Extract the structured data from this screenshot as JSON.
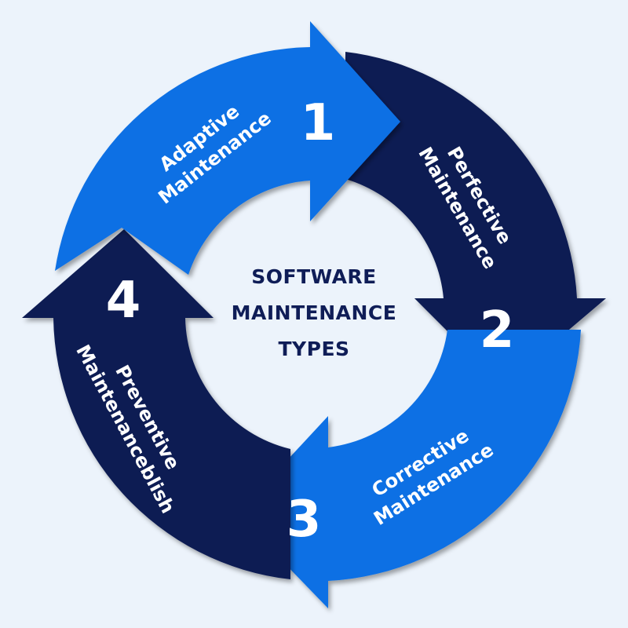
{
  "colors": {
    "background": "#ecf3fb",
    "light_blue": "#0a6fe4",
    "dark_navy": "#0b1b52",
    "text_white": "#ffffff",
    "center_text": "#0f1d57"
  },
  "center": {
    "line1": "SOFTWARE",
    "line2": "MAINTENANCE",
    "line3": "TYPES"
  },
  "segments": [
    {
      "number": "1",
      "line1": "Adaptive",
      "line2": "Maintenance",
      "color": "light_blue",
      "arrow_direction": "right"
    },
    {
      "number": "2",
      "line1": "Perfective",
      "line2": "Maintenance",
      "color": "dark_navy",
      "arrow_direction": "down"
    },
    {
      "number": "3",
      "line1": "Corrective",
      "line2": "Maintenance",
      "color": "light_blue",
      "arrow_direction": "left"
    },
    {
      "number": "4",
      "line1": "Preventive",
      "line2": "Maintenanceblish",
      "color": "dark_navy",
      "arrow_direction": "up"
    }
  ]
}
